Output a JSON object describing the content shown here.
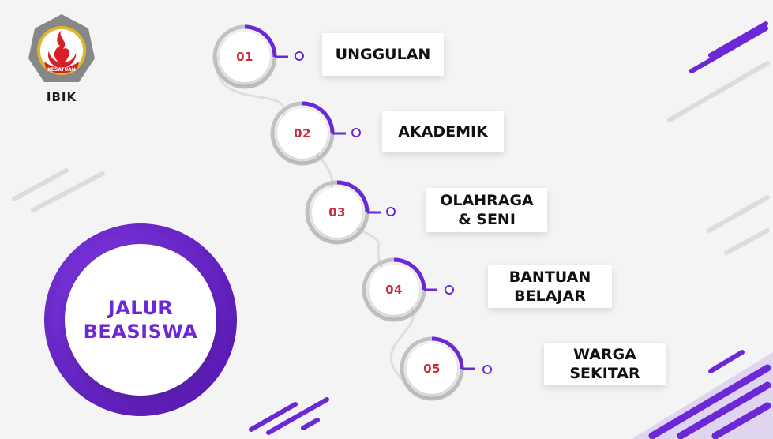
{
  "logo": {
    "caption": "IBIK",
    "ribbon_text": "KESATUAN"
  },
  "hero": {
    "lines": [
      "JALUR",
      "BEASISWA"
    ]
  },
  "steps": [
    {
      "number": "01",
      "lines": [
        "UNGGULAN"
      ]
    },
    {
      "number": "02",
      "lines": [
        "AKADEMIK"
      ]
    },
    {
      "number": "03",
      "lines": [
        "OLAHRAGA",
        "& SENI"
      ]
    },
    {
      "number": "04",
      "lines": [
        "BANTUAN",
        "BELAJAR"
      ]
    },
    {
      "number": "05",
      "lines": [
        "WARGA",
        "SEKITAR"
      ]
    }
  ],
  "colors": {
    "background": "#f4f4f5",
    "accent_purple": "#6c27d6",
    "number_red": "#d02a3a",
    "ring_grey": "#b8b8b8",
    "text_dark": "#111111"
  }
}
